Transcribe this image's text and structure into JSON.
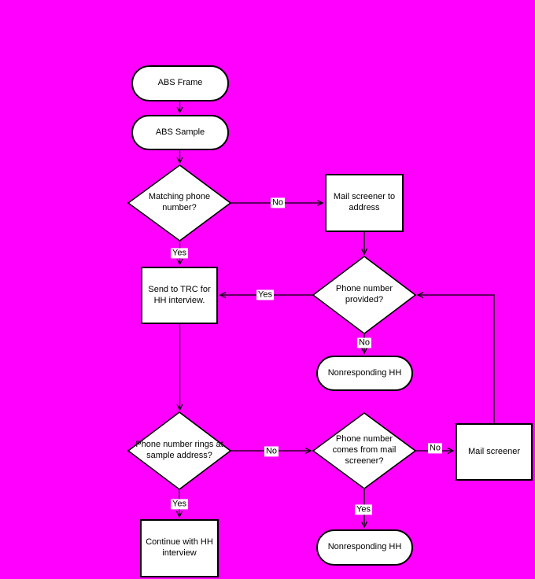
{
  "colors": {
    "background": "#FF00FF",
    "shape_fill": "#FFFFFF",
    "shape_border": "#000000",
    "text": "#000000",
    "edge_label_background": "#FFFFFF"
  },
  "diagram": {
    "nodes": [
      {
        "id": "abs-frame",
        "type": "terminator",
        "label": "ABS Frame"
      },
      {
        "id": "abs-sample",
        "type": "terminator",
        "label": "ABS Sample"
      },
      {
        "id": "matching-phone-number",
        "type": "decision",
        "label": "Matching phone number?"
      },
      {
        "id": "mail-screener-to-address",
        "type": "process",
        "label": "Mail screener to address"
      },
      {
        "id": "send-to-trc",
        "type": "process",
        "label": "Send to TRC for HH interview."
      },
      {
        "id": "phone-number-provided",
        "type": "decision",
        "label": "Phone number provided?"
      },
      {
        "id": "nonresponding-hh-1",
        "type": "terminator",
        "label": "Nonresponding HH"
      },
      {
        "id": "phone-number-rings",
        "type": "decision",
        "label": "Phone number rings at sample address?"
      },
      {
        "id": "phone-number-comes-from-mail-screener",
        "type": "decision",
        "label": "Phone number comes from mail screener?"
      },
      {
        "id": "mail-screener",
        "type": "process",
        "label": "Mail screener"
      },
      {
        "id": "continue-with-hh-interview",
        "type": "process",
        "label": "Continue with HH interview"
      },
      {
        "id": "nonresponding-hh-2",
        "type": "terminator",
        "label": "Nonresponding HH"
      }
    ],
    "edges": [
      {
        "from": "abs-frame",
        "to": "abs-sample",
        "label": ""
      },
      {
        "from": "abs-sample",
        "to": "matching-phone-number",
        "label": ""
      },
      {
        "from": "matching-phone-number",
        "to": "mail-screener-to-address",
        "label": "No"
      },
      {
        "from": "matching-phone-number",
        "to": "send-to-trc",
        "label": "Yes"
      },
      {
        "from": "mail-screener-to-address",
        "to": "phone-number-provided",
        "label": ""
      },
      {
        "from": "phone-number-provided",
        "to": "send-to-trc",
        "label": "Yes"
      },
      {
        "from": "phone-number-provided",
        "to": "nonresponding-hh-1",
        "label": "No"
      },
      {
        "from": "send-to-trc",
        "to": "phone-number-rings",
        "label": ""
      },
      {
        "from": "phone-number-rings",
        "to": "phone-number-comes-from-mail-screener",
        "label": "No"
      },
      {
        "from": "phone-number-rings",
        "to": "continue-with-hh-interview",
        "label": "Yes"
      },
      {
        "from": "phone-number-comes-from-mail-screener",
        "to": "mail-screener",
        "label": "No"
      },
      {
        "from": "phone-number-comes-from-mail-screener",
        "to": "nonresponding-hh-2",
        "label": "Yes"
      },
      {
        "from": "mail-screener",
        "to": "phone-number-provided",
        "label": ""
      }
    ]
  }
}
